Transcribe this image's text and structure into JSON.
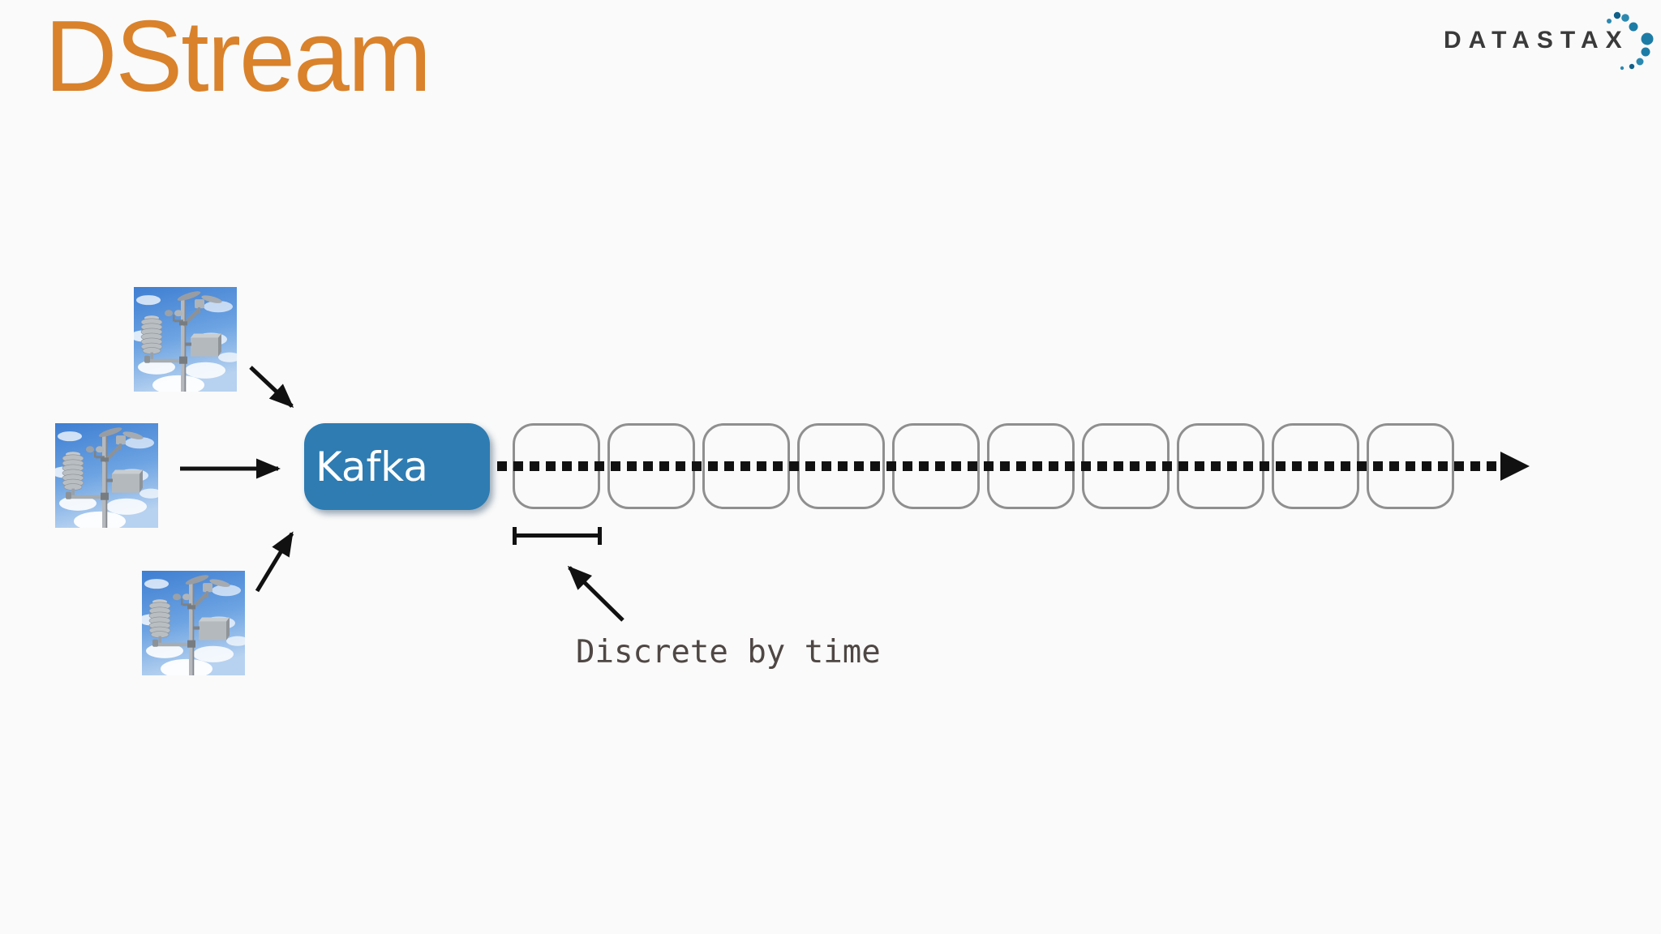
{
  "slide": {
    "title": "DStream"
  },
  "theme": {
    "bg": "#fafafa",
    "accent": "#d9822b",
    "kafka": "#2e7cb2",
    "ink": "#111111",
    "boxline": "#8f8f8f",
    "note": "#4f4744",
    "logo_ink": "#3a3a3a",
    "logo_dot": "#1d7ca6"
  },
  "logo": {
    "text": "DATASTAX"
  },
  "kafka": {
    "label": "Kafka"
  },
  "stream": {
    "box_count": 10,
    "box_left_start": 632,
    "box_pitch": 117
  },
  "sources": {
    "count": 3,
    "kind": "weather-station-photo"
  },
  "annotation": {
    "label": "Discrete by time"
  }
}
